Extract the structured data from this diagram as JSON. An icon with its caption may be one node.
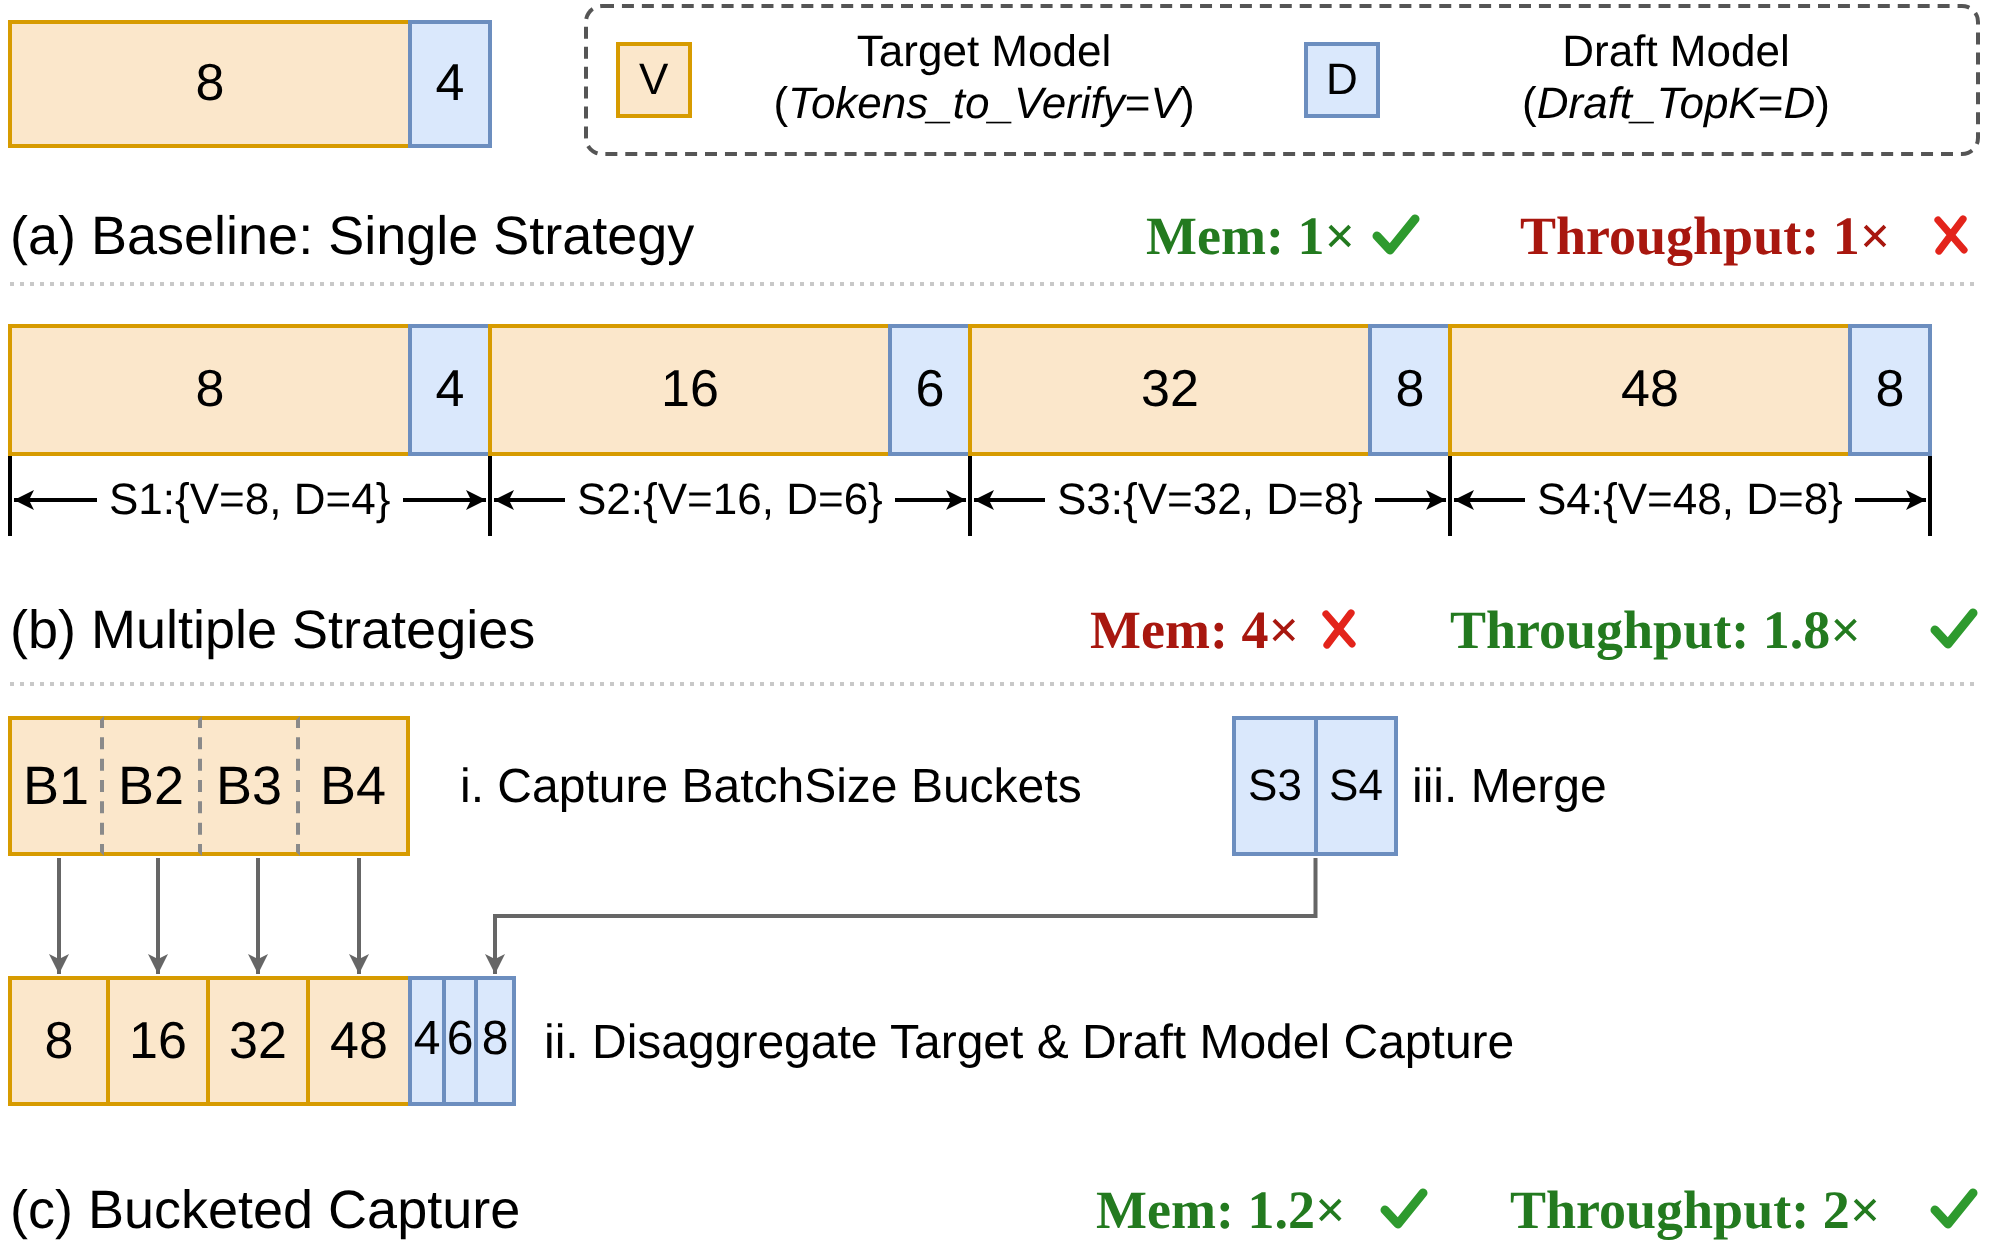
{
  "diagram": {
    "nodes": [
      {
        "text": [
          "8"
        ]
      },
      {
        "text": [
          "4"
        ]
      },
      {
        "text": [
          "8"
        ]
      },
      {
        "text": [
          "4"
        ]
      },
      {
        "text": [
          "16"
        ]
      },
      {
        "text": [
          "6"
        ]
      },
      {
        "text": [
          "32"
        ]
      },
      {
        "text": [
          "8"
        ]
      },
      {
        "text": [
          "48"
        ]
      },
      {
        "text": [
          "8"
        ]
      },
      {
        "text": [
          "B1"
        ]
      },
      {
        "text": [
          "B2"
        ]
      },
      {
        "text": [
          "B3"
        ]
      },
      {
        "text": [
          "B4"
        ]
      },
      {
        "text": [
          "S3"
        ]
      },
      {
        "text": [
          "S4"
        ]
      },
      {
        "text": [
          "8"
        ]
      },
      {
        "text": [
          "16"
        ]
      },
      {
        "text": [
          "32"
        ]
      },
      {
        "text": [
          "48"
        ]
      },
      {
        "text": [
          "4"
        ]
      },
      {
        "text": [
          "6"
        ]
      },
      {
        "text": [
          "8"
        ]
      }
    ],
    "edges": [
      {
        "from": 10,
        "to": 16,
        "arrow": "to"
      },
      {
        "from": 11,
        "to": 17,
        "arrow": "to"
      },
      {
        "from": 12,
        "to": 18,
        "arrow": "to"
      },
      {
        "from": 13,
        "to": 19,
        "arrow": "to"
      },
      {
        "from": 14,
        "to": 22,
        "arrow": "to"
      },
      {
        "from": 15,
        "to": 22,
        "arrow": "to"
      }
    ],
    "labels": [
      "V",
      "D",
      "(a) Baseline: Single Strategy",
      "Mem: 1×",
      "Throughput: 1×",
      "S1:{V=8, D=4}",
      "S2:{V=16, D=6}",
      "S3:{V=32, D=8}",
      "S4:{V=48, D=8}",
      "(b) Multiple Strategies",
      "Mem: 4×",
      "Throughput: 1.8×",
      "i. Capture BatchSize Buckets",
      "iii. Merge",
      "ii. Disaggregate Target & Draft Model Capture",
      "(c) Bucketed Capture",
      "Mem: 1.2×",
      "Throughput: 2×"
    ],
    "legend": [
      {
        "text": "Target Model (*Tokens_to_Verify*=*V*)",
        "color": "#fbe7cb"
      },
      {
        "text": "Draft Model (*Draft_TopK*=*D*)",
        "color": "#dae8fc"
      }
    ]
  }
}
